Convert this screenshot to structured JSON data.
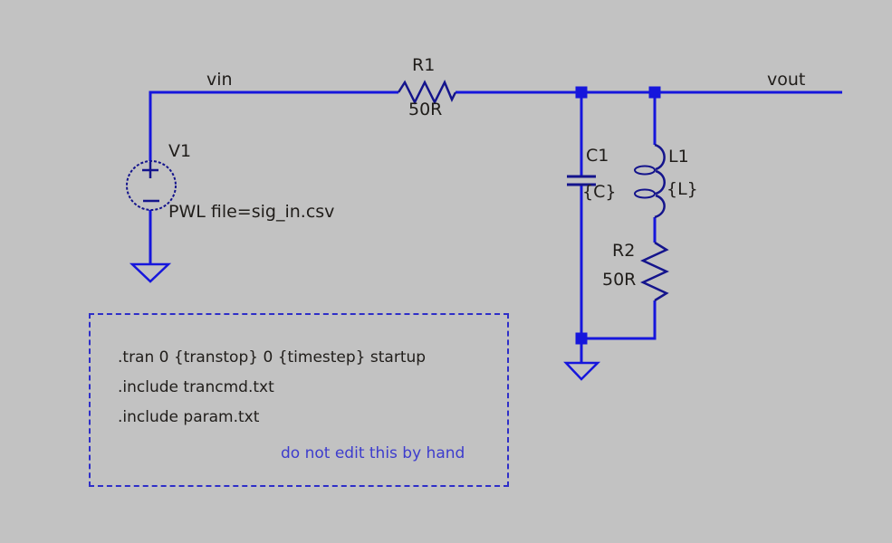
{
  "window": {
    "background": "#c2c2c2"
  },
  "colors": {
    "wire": "#1616dc",
    "symbol_body": "#14148c",
    "label_text": "#201d1a",
    "note_text": "#3d3ccd",
    "box_border": "#2e2ec8"
  },
  "nets": {
    "input_label": "vin",
    "output_label": "vout"
  },
  "components": {
    "v1": {
      "type": "voltage-source",
      "ref": "V1",
      "value": "PWL file=sig_in.csv"
    },
    "r1": {
      "type": "resistor",
      "ref": "R1",
      "value": "50R"
    },
    "c1": {
      "type": "capacitor",
      "ref": "C1",
      "value": "{C}"
    },
    "l1": {
      "type": "inductor",
      "ref": "L1",
      "value": "{L}"
    },
    "r2": {
      "type": "resistor",
      "ref": "R2",
      "value": "50R"
    }
  },
  "directives": {
    "lines": [
      ".tran 0 {transtop} 0 {timestep} startup",
      ".include trancmd.txt",
      ".include param.txt"
    ],
    "note": "do not edit this by hand"
  }
}
